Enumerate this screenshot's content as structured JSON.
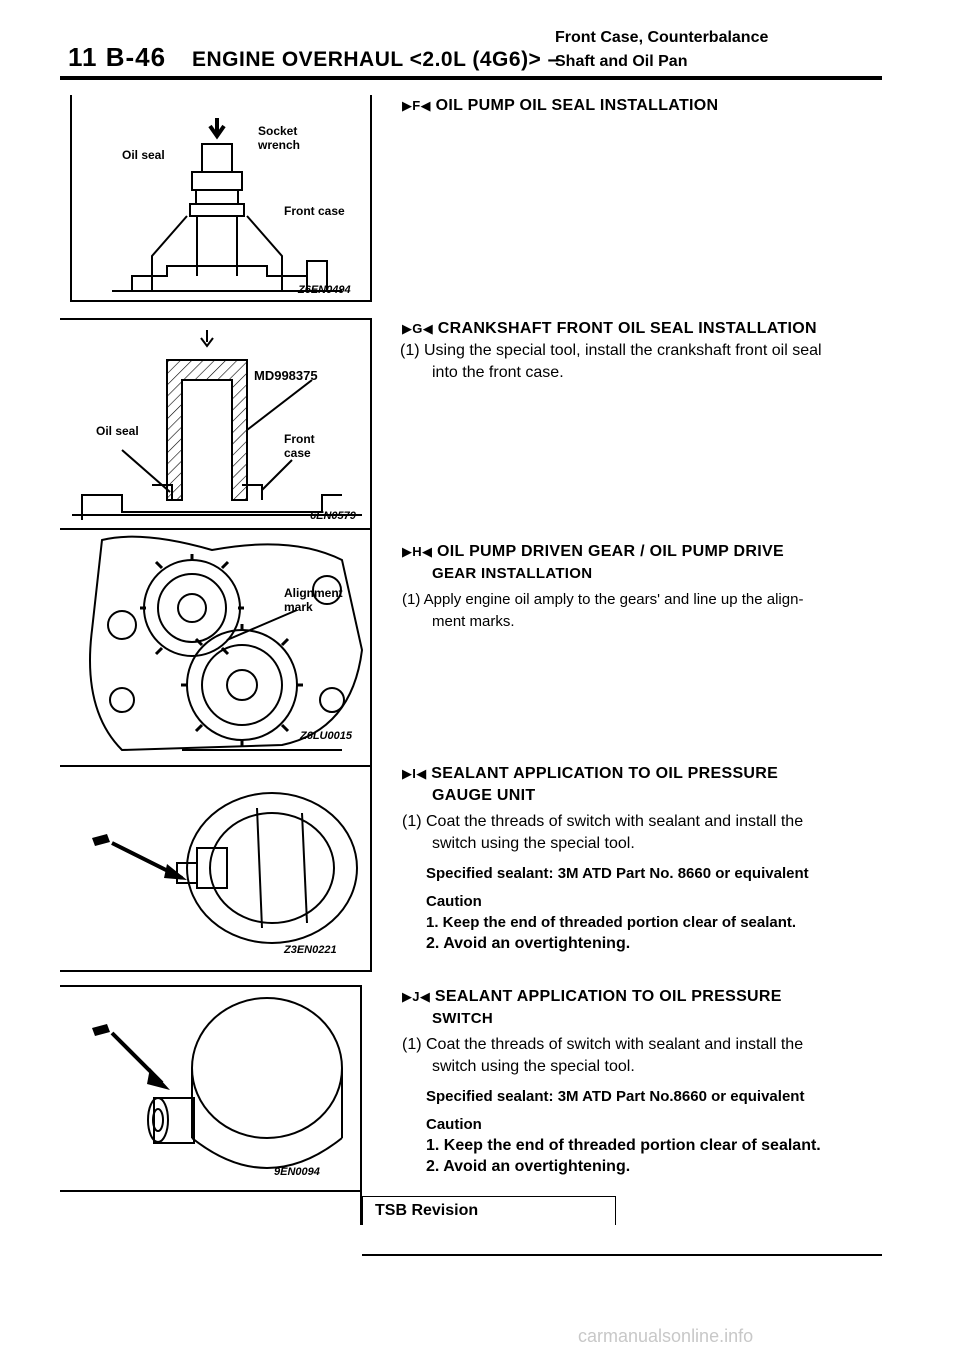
{
  "header": {
    "page_number": "11 B-46",
    "title": "ENGINE OVERHAUL <2.0L (4G6)> –",
    "subtitle_line1": "Front Case, Counterbalance",
    "subtitle_line2": "Shaft and Oil Pan"
  },
  "figures": [
    {
      "id": "Z6EN0494",
      "labels": [
        "Socket wrench",
        "Oil seal",
        "Front case"
      ]
    },
    {
      "id": "6EN0579",
      "labels": [
        "MD998375",
        "Oil seal",
        "Front",
        "case"
      ]
    },
    {
      "id": "Z6LU0015",
      "labels": [
        "Alignment",
        "mark"
      ]
    },
    {
      "id": "Z3EN0221",
      "labels": []
    },
    {
      "id": "9EN0094",
      "labels": []
    }
  ],
  "sections": {
    "f": {
      "marker": "▶F◀",
      "heading": "OIL PUMP OIL SEAL INSTALLATION"
    },
    "g": {
      "marker": "▶G◀",
      "heading": "CRANKSHAFT FRONT OIL SEAL INSTALLATION",
      "step1_a": "(1) Using the special tool, install the crankshaft front oil seal",
      "step1_b": "into the front case."
    },
    "h": {
      "marker": "▶H◀",
      "heading_a": "OIL PUMP DRIVEN GEAR / OIL PUMP DRIVE",
      "heading_b": "GEAR INSTALLATION",
      "step1_a": "(1) Apply engine oil amply to the gears' and line up the align-",
      "step1_b": "ment marks."
    },
    "i": {
      "marker": "▶I◀",
      "heading_a": "SEALANT APPLICATION TO OIL PRESSURE",
      "heading_b": "GAUGE UNIT",
      "step1_a": "(1) Coat the threads of switch with sealant and install the",
      "step1_b": "switch using the special tool.",
      "spec": "Specified sealant: 3M ATD Part No. 8660 or equivalent",
      "caution": "Caution",
      "caution1": "1.  Keep the end of threaded portion clear of sealant.",
      "caution2": "2.  Avoid an overtightening."
    },
    "j": {
      "marker": "▶J◀",
      "heading_a": "SEALANT APPLICATION TO OIL PRESSURE",
      "heading_b": "SWITCH",
      "step1_a": "(1) Coat the threads of switch with sealant and install the",
      "step1_b": "switch using the special tool.",
      "spec": "Specified sealant: 3M ATD Part No.8660 or equivalent",
      "caution": "Caution",
      "caution1": "1.  Keep the end of threaded portion clear of sealant.",
      "caution2": "2.  Avoid an overtightening."
    }
  },
  "footer": {
    "tsb": "TSB Revision",
    "watermark": "carmanualsonline.info"
  }
}
